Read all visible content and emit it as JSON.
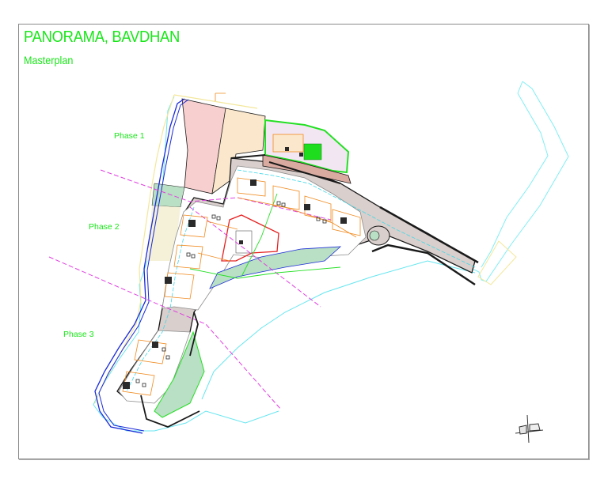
{
  "drawing": {
    "title": "PANORAMA, BAVDHAN",
    "subtitle": "Masterplan"
  },
  "phases": [
    {
      "label": "Phase 1"
    },
    {
      "label": "Phase 2"
    },
    {
      "label": "Phase 3"
    }
  ],
  "colors": {
    "title_green": "#19e619",
    "plot_pink": "#f8cfcf",
    "plot_beige": "#fbe8cc",
    "landscape_green": "#b9dfc4",
    "road_pink": "#d9aaa0",
    "site_outline_black": "#1a1a1a",
    "boundary_blue": "#1a2ad8",
    "setback_cyan": "#66e6f0",
    "building_orange": "#f08a1e",
    "phase_line_magenta": "#e040e0",
    "red_outline": "#e62020",
    "yellow_boundary": "#f3e79a"
  },
  "legend_icons": {
    "north_arrow": "north-arrow-icon"
  }
}
